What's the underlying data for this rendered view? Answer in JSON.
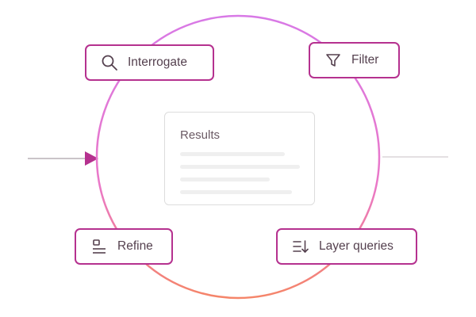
{
  "colors": {
    "node_border": "#b5318f",
    "connector_line": "#b9b1b6",
    "arrow": "#b5318f",
    "cycle_gradient_top": "#d879e6",
    "cycle_gradient_bottom": "#f58569"
  },
  "results_card": {
    "title": "Results",
    "placeholder_line_count": 4
  },
  "nodes": [
    {
      "id": "interrogate",
      "label": "Interrogate",
      "icon": "search-icon"
    },
    {
      "id": "filter",
      "label": "Filter",
      "icon": "filter-funnel-icon"
    },
    {
      "id": "refine",
      "label": "Refine",
      "icon": "refine-icon"
    },
    {
      "id": "layer-queries",
      "label": "Layer queries",
      "icon": "sort-descending-icon"
    }
  ]
}
